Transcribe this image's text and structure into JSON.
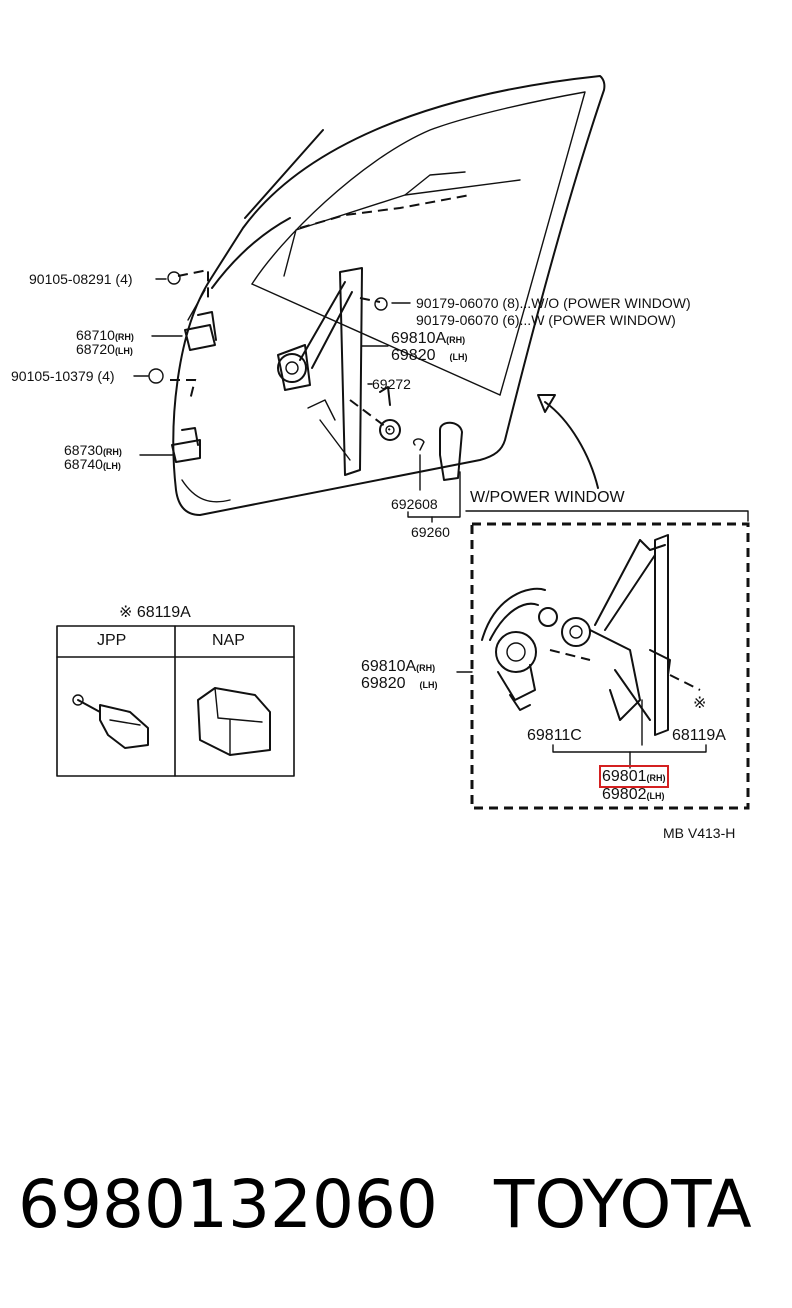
{
  "callouts": {
    "bolt_top": "90105-08291 (4)",
    "clip_line1": "90179-06070 (8)...W/O (POWER WINDOW)",
    "clip_line2": "90179-06070 (6)...W (POWER WINDOW)",
    "hinge_upper_rh": "68710",
    "hinge_upper_lh": "68720",
    "regulator_rh": "69810A",
    "regulator_lh": "69820",
    "bolt_mid": "90105-10379 (4)",
    "handle_part": "69272",
    "hinge_lower_rh": "68730",
    "hinge_lower_lh": "68740",
    "clip_part": "692608",
    "knob_part": "69260",
    "rh_tag": "(RH)",
    "lh_tag": "(LH)"
  },
  "power_window": {
    "title": "W/POWER WINDOW",
    "regulator_rh": "69810A",
    "regulator_lh": "69820",
    "motor_part": "69811C",
    "note_mark": "※",
    "note_part": "68119A",
    "assembly_rh": "69801",
    "assembly_lh": "69802"
  },
  "note_table": {
    "title": "※ 68119A",
    "col1": "JPP",
    "col2": "NAP"
  },
  "diagram_code": "MB V413-H",
  "footer": {
    "part_number": "6980132060",
    "brand": "TOYOTA"
  }
}
